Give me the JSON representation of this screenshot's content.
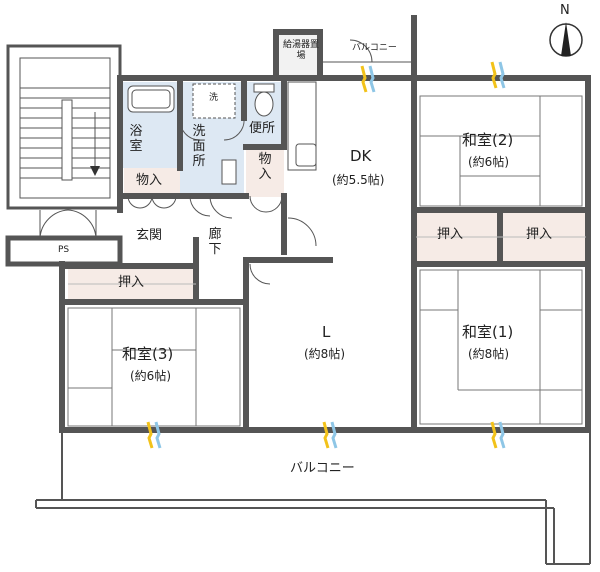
{
  "rooms": {
    "dk": {
      "name": "DK",
      "size": "(約5.5帖)"
    },
    "l": {
      "name": "L",
      "size": "(約8帖)"
    },
    "washitsu1": {
      "name": "和室(1)",
      "size": "(約8帖)"
    },
    "washitsu2": {
      "name": "和室(2)",
      "size": "(約6帖)"
    },
    "washitsu3": {
      "name": "和室(3)",
      "size": "(約6帖)"
    },
    "bath": "浴室",
    "washroom": "洗面所",
    "toilet": "便所",
    "entrance": "玄関",
    "hallway": "廊下",
    "storage": "物入",
    "closet": "押入",
    "ps": "PS",
    "water_heater": "給湯器置場",
    "washer": "洗"
  },
  "balcony": {
    "main": "バルコニー",
    "upper": "バルコニー"
  },
  "compass": {
    "label": "N"
  },
  "colors": {
    "wall": "#555555",
    "closet_fill": "#f6ebe6",
    "wet_area": "#dde8f3",
    "window_yellow": "#f2c21a",
    "window_blue": "#8ec6e6"
  }
}
